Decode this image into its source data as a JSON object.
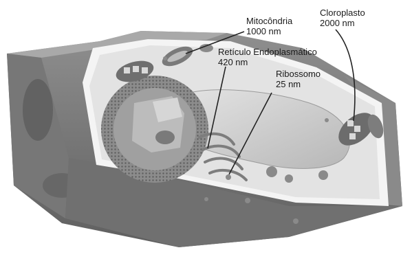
{
  "labels": {
    "mitocondria": {
      "name": "Mitocôndria",
      "size": "1000 nm"
    },
    "cloroplasto": {
      "name": "Cloroplasto",
      "size": "2000 nm"
    },
    "reticulo": {
      "name": "Retículo Endoplasmático",
      "size": "420 nm"
    },
    "ribossomo": {
      "name": "Ribossomo",
      "size": "25 nm"
    }
  },
  "colors": {
    "cell_wall_outer": "#6e6e6e",
    "cell_wall_top": "#9a9a9a",
    "cytoplasm": "#e8e8e8",
    "vacuole": "#c9c9c9",
    "nucleus": "#8a8a8a",
    "leader_line": "#222222"
  }
}
